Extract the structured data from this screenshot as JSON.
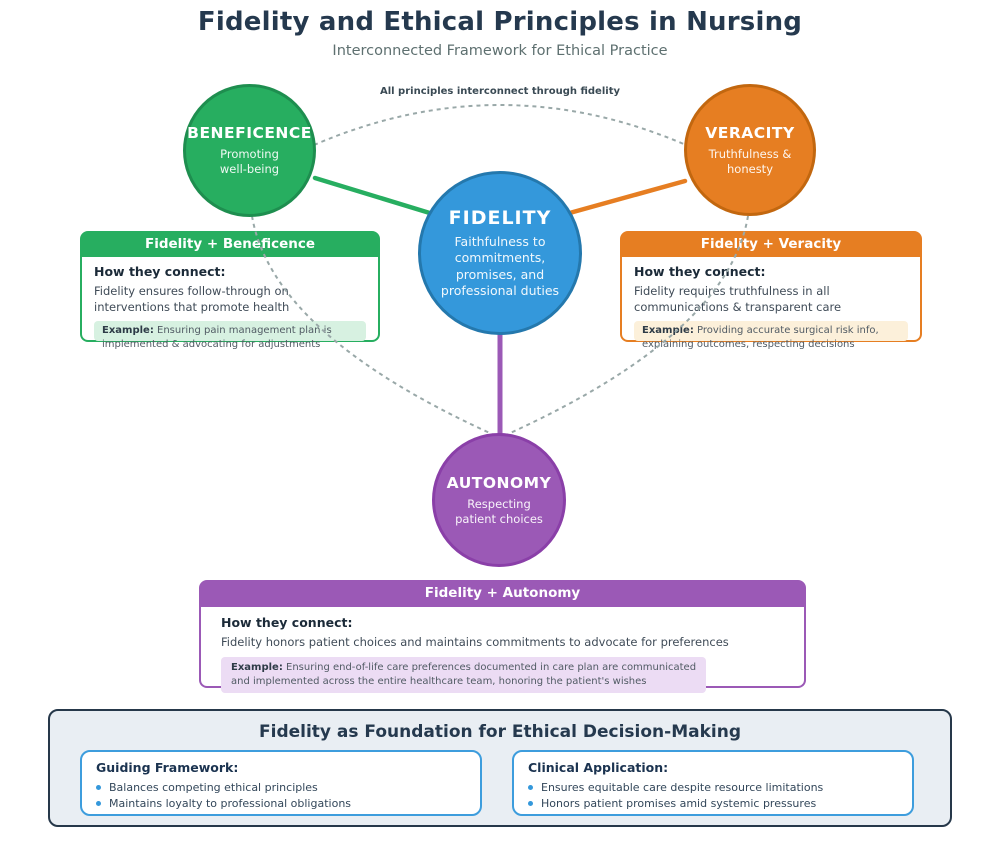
{
  "header": {
    "title": "Fidelity and Ethical Principles in Nursing",
    "subtitle": "Interconnected Framework for Ethical Practice",
    "note": "All principles interconnect through fidelity"
  },
  "palette": {
    "green": "#27ae60",
    "green-dark": "#1e8e4f",
    "green-light": "#d7f1e1",
    "orange": "#e67e22",
    "orange-dark": "#c2670f",
    "orange-light": "#fcf0da",
    "blue": "#3498db",
    "blue-dark": "#2478ad",
    "purple": "#9b59b6",
    "purple-dark": "#8a3fa8",
    "purple-light": "#ecdcf4",
    "navy": "#25394e",
    "gray-dash": "#99a8a8",
    "panel-bg": "#e9eef3",
    "card-border": "#3d9ddd"
  },
  "circles": {
    "fidelity": {
      "label": "FIDELITY",
      "desc": "Faithfulness to\ncommitments,\npromises, and\nprofessional duties"
    },
    "beneficence": {
      "label": "BENEFICENCE",
      "desc": "Promoting\nwell-being"
    },
    "veracity": {
      "label": "VERACITY",
      "desc": "Truthfulness &\nhonesty"
    },
    "autonomy": {
      "label": "AUTONOMY",
      "desc": "Respecting\npatient choices"
    }
  },
  "boxes": {
    "beneficence": {
      "title": "Fidelity + Beneficence",
      "how_label": "How they connect:",
      "how_text": "Fidelity ensures follow-through on\ninterventions that promote health",
      "example_label": "Example:",
      "example_text": "Ensuring pain management plan is\nimplemented & advocating for adjustments"
    },
    "veracity": {
      "title": "Fidelity + Veracity",
      "how_label": "How they connect:",
      "how_text": "Fidelity requires truthfulness in all\ncommunications & transparent care",
      "example_label": "Example:",
      "example_text": "Providing accurate surgical risk info,\nexplaining outcomes, respecting decisions"
    },
    "autonomy": {
      "title": "Fidelity + Autonomy",
      "how_label": "How they connect:",
      "how_text": "Fidelity honors patient choices and maintains commitments to advocate for preferences",
      "example_label": "Example:",
      "example_text": "Ensuring end-of-life care preferences documented in care plan are communicated\nand implemented across the entire healthcare team, honoring the patient's wishes"
    }
  },
  "foundation": {
    "title": "Fidelity as Foundation for Ethical Decision-Making",
    "cards": [
      {
        "heading": "Guiding Framework:",
        "bullets": [
          "Balances competing ethical principles",
          "Maintains loyalty to professional obligations"
        ]
      },
      {
        "heading": "Clinical Application:",
        "bullets": [
          "Ensures equitable care despite resource limitations",
          "Honors patient promises amid systemic pressures"
        ]
      }
    ]
  }
}
